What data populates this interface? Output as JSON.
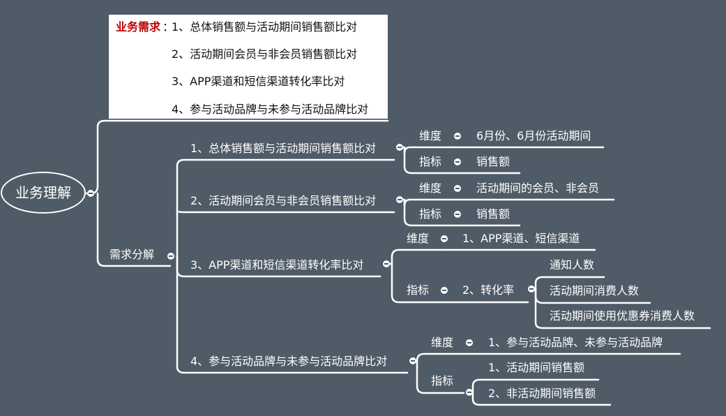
{
  "root": {
    "label": "业务理解"
  },
  "note": {
    "title": "业务需求",
    "colon": "：",
    "items": [
      "1、总体销售额与活动期间销售额比对",
      "2、活动期间会员与非会员销售额比对",
      "3、APP渠道和短信渠道转化率比对",
      "4、参与活动品牌与未参与活动品牌比对"
    ]
  },
  "analysis": {
    "label": "需求分解"
  },
  "branches": [
    {
      "label": "1、总体销售额与活动期间销售额比对",
      "dimension": {
        "label": "维度",
        "value": "6月份、6月份活动期间"
      },
      "metric": {
        "label": "指标",
        "value": "销售额"
      }
    },
    {
      "label": "2、活动期间会员与非会员销售额比对",
      "dimension": {
        "label": "维度",
        "value": "活动期间的会员、非会员"
      },
      "metric": {
        "label": "指标",
        "value": "销售额"
      }
    },
    {
      "label": "3、APP渠道和短信渠道转化率比对",
      "dimension": {
        "label": "维度",
        "value": "1、APP渠道、短信渠道"
      },
      "metric": {
        "label": "指标",
        "value": "2、转化率",
        "children": [
          "通知人数",
          "活动期间消费人数",
          "活动期间使用优惠券消费人数"
        ]
      }
    },
    {
      "label": "4、参与活动品牌与未参与活动品牌比对",
      "dimension": {
        "label": "维度",
        "value": "1、参与活动品牌、未参与活动品牌"
      },
      "metric": {
        "label": "指标",
        "children": [
          "1、活动期间销售额",
          "2、非活动期间销售额"
        ]
      }
    }
  ]
}
